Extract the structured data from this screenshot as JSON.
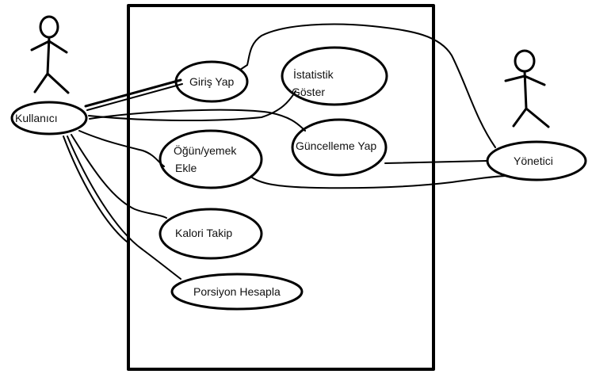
{
  "diagram": {
    "actors": {
      "user": {
        "label": "Kullanıcı"
      },
      "admin": {
        "label": "Yönetici"
      }
    },
    "use_cases": {
      "login": {
        "label": "Giriş Yap"
      },
      "stats": {
        "line1": "İstatistik",
        "line2": "Göster"
      },
      "update": {
        "label": "Güncelleme Yap"
      },
      "add_meal": {
        "line1": "Öğün/yemek",
        "line2": "Ekle"
      },
      "calorie": {
        "label": "Kalori Takip"
      },
      "portion": {
        "label": "Porsiyon Hesapla"
      }
    },
    "colors": {
      "stroke": "#000000",
      "background": "#ffffff"
    }
  }
}
